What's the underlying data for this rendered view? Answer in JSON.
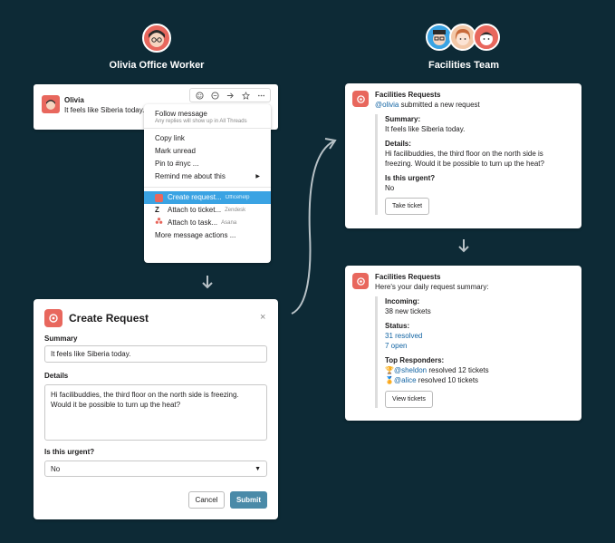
{
  "left": {
    "persona_title": "Olivia Office Worker"
  },
  "right": {
    "persona_title": "Facilities Team"
  },
  "message": {
    "author": "Olivia",
    "text": "It feels like Siberia today."
  },
  "context_menu": {
    "follow_label": "Follow message",
    "follow_hint": "Any replies will show up in All Threads",
    "copy_link": "Copy link",
    "mark_unread": "Mark unread",
    "pin": "Pin to #nyc ...",
    "remind": "Remind me about this",
    "create_request": "Create request...",
    "create_request_app": "Officehelp",
    "attach_ticket": "Attach to ticket...",
    "attach_ticket_app": "Zendesk",
    "attach_task": "Attach to task...",
    "attach_task_app": "Asana",
    "more_actions": "More message actions ..."
  },
  "modal": {
    "title": "Create Request",
    "summary_label": "Summary",
    "summary_value": "It feels like Siberia today.",
    "details_label": "Details",
    "details_value": "Hi facilibuddies, the third floor on the north side is freezing. Would it be possible to turn up the heat?",
    "urgent_label": "Is this urgent?",
    "urgent_value": "No",
    "cancel_label": "Cancel",
    "submit_label": "Submit"
  },
  "request_card": {
    "app_name": "Facilities Requests",
    "mention": "@olivia",
    "subtitle_rest": "submitted a new request",
    "summary_label": "Summary:",
    "summary_value": "It feels like Siberia today.",
    "details_label": "Details:",
    "details_value": "Hi facilibuddies, the third floor on the north side is freezing. Would it be possible to turn up the heat?",
    "urgent_label": "Is this urgent?",
    "urgent_value": "No",
    "button_label": "Take ticket"
  },
  "summary_card": {
    "app_name": "Facilities Requests",
    "subtitle": "Here's your daily request summary:",
    "incoming_label": "Incoming:",
    "incoming_value": "38 new tickets",
    "status_label": "Status:",
    "status_resolved": "31 resolved",
    "status_open": "7 open",
    "responders_label": "Top Responders:",
    "responder1_name": "@sheldon",
    "responder1_text": "resolved 12 tickets",
    "responder2_name": "@alice",
    "responder2_text": "resolved 10 tickets",
    "button_label": "View tickets"
  },
  "colors": {
    "background": "#0d2a36",
    "accent": "#e8675d",
    "menu_highlight": "#3aa3e3",
    "submit": "#4a8aa8",
    "link": "#1264a3"
  }
}
